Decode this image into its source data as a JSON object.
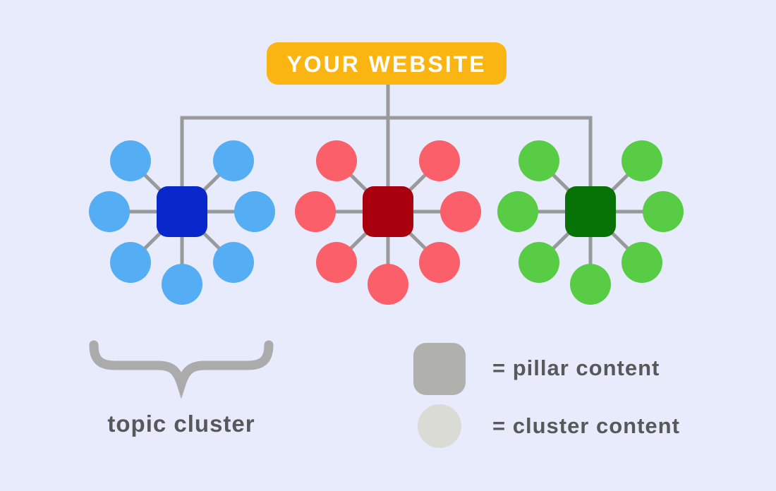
{
  "website": {
    "label": "YOUR WEBSITE",
    "box_color": "#FBB513",
    "label_color": "#FFFFFF"
  },
  "colors": {
    "background": "#E8EBFB",
    "connector": "#98999B"
  },
  "clusters": [
    {
      "name": "blue",
      "pillar_color": "#0928CB",
      "content_color": "#55ADF3"
    },
    {
      "name": "red",
      "pillar_color": "#A8000F",
      "content_color": "#FA5F6A"
    },
    {
      "name": "green",
      "pillar_color": "#077206",
      "content_color": "#59CC45"
    }
  ],
  "annotation": {
    "label": "topic cluster",
    "text_color": "#57585A",
    "brace_color": "#ABABAB"
  },
  "legend": {
    "text_color": "#57585A",
    "items": [
      {
        "shape": "rounded-square",
        "swatch_color": "#B0B0AC",
        "label": "= pillar content"
      },
      {
        "shape": "circle",
        "swatch_color": "#DBDBD5",
        "label": "= cluster content"
      }
    ]
  }
}
